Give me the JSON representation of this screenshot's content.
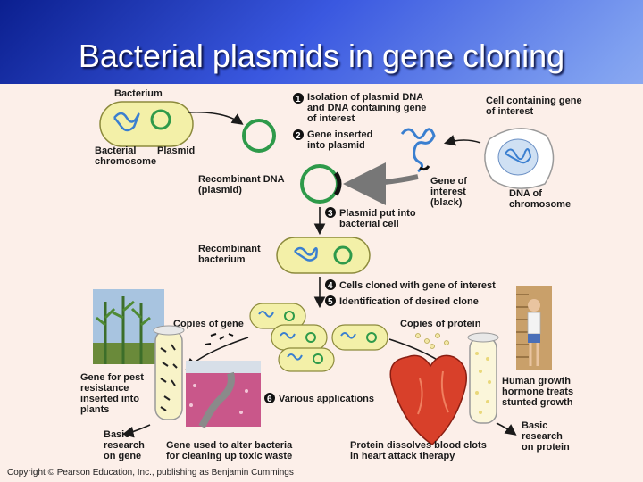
{
  "slide": {
    "title": "Bacterial plasmids in gene cloning"
  },
  "labels": {
    "bacterium": "Bacterium",
    "bacterial_chromosome": [
      "Bacterial",
      "chromosome"
    ],
    "plasmid": "Plasmid",
    "recombinant_dna": [
      "Recombinant DNA",
      "(plasmid)"
    ],
    "recombinant_bacterium": [
      "Recombinant",
      "bacterium"
    ],
    "cell_containing_gene": [
      "Cell containing gene",
      "of interest"
    ],
    "gene_of_interest": [
      "Gene of",
      "interest",
      "(black)"
    ],
    "dna_of_chromosome": [
      "DNA of",
      "chromosome"
    ],
    "copies_of_gene": "Copies of gene",
    "copies_of_protein": "Copies of protein",
    "gene_for_pest": [
      "Gene for pest",
      "resistance",
      "inserted into",
      "plants"
    ],
    "basic_research_gene": [
      "Basic",
      "research",
      "on gene"
    ],
    "gene_alter_bacteria": [
      "Gene used to alter bacteria",
      "for cleaning up toxic waste"
    ],
    "protein_dissolves": [
      "Protein dissolves blood clots",
      "in heart attack therapy"
    ],
    "human_growth": [
      "Human growth",
      "hormone treats",
      "stunted growth"
    ],
    "basic_research_protein": [
      "Basic",
      "research",
      "on protein"
    ]
  },
  "steps": [
    {
      "num": "1",
      "lines": [
        "Isolation of plasmid DNA",
        "and DNA containing gene",
        "of interest"
      ]
    },
    {
      "num": "2",
      "lines": [
        "Gene inserted",
        "into plasmid"
      ]
    },
    {
      "num": "3",
      "lines": [
        "Plasmid put into",
        "bacterial cell"
      ]
    },
    {
      "num": "4",
      "lines": [
        "Cells cloned with gene of interest"
      ]
    },
    {
      "num": "5",
      "lines": [
        "Identification of desired clone"
      ]
    },
    {
      "num": "6",
      "lines": [
        "Various applications"
      ]
    }
  ],
  "copyright": "Copyright © Pearson Education, Inc., publishing as Benjamin Cummings",
  "colors": {
    "panel": "#fcefe9",
    "bacterium_fill": "#f3f0a8",
    "plasmid_ring": "#2e9a4a",
    "dna_blue": "#3a7fd0",
    "heart_red": "#d8402a",
    "toxic_pink": "#c9578a"
  }
}
